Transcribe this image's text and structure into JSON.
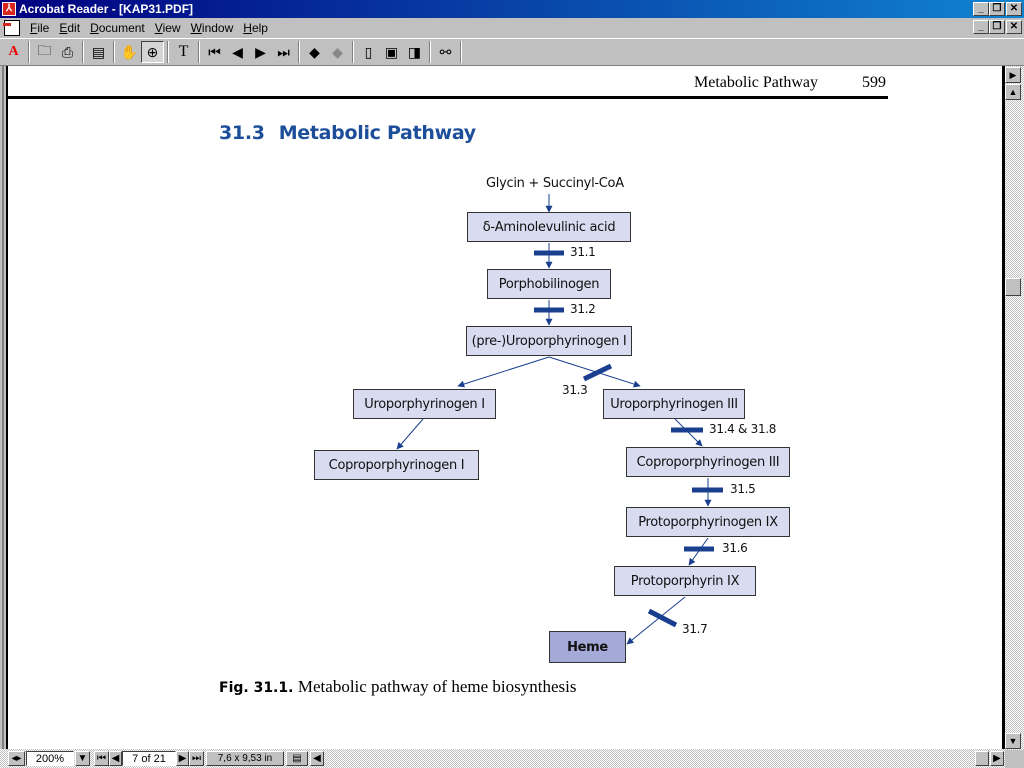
{
  "window": {
    "title": "Acrobat Reader - [KAP31.PDF]",
    "controls": [
      "minimize",
      "restore",
      "close"
    ]
  },
  "menubar": {
    "items": [
      {
        "label": "File",
        "accel": "F"
      },
      {
        "label": "Edit",
        "accel": "E"
      },
      {
        "label": "Document",
        "accel": "D"
      },
      {
        "label": "View",
        "accel": "V"
      },
      {
        "label": "Window",
        "accel": "W"
      },
      {
        "label": "Help",
        "accel": "H"
      }
    ]
  },
  "toolbar": {
    "buttons": [
      {
        "name": "acrobat-logo-icon",
        "glyph": "A"
      },
      {
        "name": "open-icon",
        "glyph": "📂"
      },
      {
        "name": "print-icon",
        "glyph": "🖶"
      },
      {
        "name": "show-navigation-pane-icon",
        "glyph": "▤"
      },
      {
        "name": "hand-tool-icon",
        "glyph": "✋"
      },
      {
        "name": "zoom-tool-icon",
        "glyph": "🔍"
      },
      {
        "name": "text-select-tool-icon",
        "glyph": "T"
      },
      {
        "name": "first-page-icon",
        "glyph": "⏮"
      },
      {
        "name": "previous-page-icon",
        "glyph": "◀"
      },
      {
        "name": "next-page-icon",
        "glyph": "▶"
      },
      {
        "name": "last-page-icon",
        "glyph": "⏭"
      },
      {
        "name": "go-back-icon",
        "glyph": "⬅"
      },
      {
        "name": "go-forward-icon",
        "glyph": "➡"
      },
      {
        "name": "actual-size-icon",
        "glyph": "🗋"
      },
      {
        "name": "fit-page-icon",
        "glyph": "🗌"
      },
      {
        "name": "fit-width-icon",
        "glyph": "🗍"
      },
      {
        "name": "find-icon",
        "glyph": "👓"
      }
    ]
  },
  "page": {
    "running_head": "Metabolic Pathway",
    "page_number": "599",
    "section_number": "31.3",
    "section_title": "Metabolic Pathway",
    "figure": {
      "start": "Glycin + Succinyl-CoA",
      "nodes": [
        {
          "id": "ala",
          "label": "δ-Aminolevulinic acid"
        },
        {
          "id": "pbg",
          "label": "Porphobilinogen"
        },
        {
          "id": "preuro",
          "label": "(pre-)Uroporphyrinogen I"
        },
        {
          "id": "uro1",
          "label": "Uroporphyrinogen I"
        },
        {
          "id": "uro3",
          "label": "Uroporphyrinogen III"
        },
        {
          "id": "copro1",
          "label": "Coproporphyrinogen I"
        },
        {
          "id": "copro3",
          "label": "Coproporphyrinogen III"
        },
        {
          "id": "protogen",
          "label": "Protoporphyrinogen IX"
        },
        {
          "id": "proto",
          "label": "Protoporphyrin IX"
        },
        {
          "id": "heme",
          "label": "Heme"
        }
      ],
      "enzymes": [
        "31.1",
        "31.2",
        "31.3",
        "31.4 & 31.8",
        "31.5",
        "31.6",
        "31.7"
      ],
      "caption_label": "Fig. 31.1.",
      "caption_text": "Metabolic pathway of heme biosynthesis"
    }
  },
  "statusbar": {
    "zoom": "200%",
    "page": "7 of 21",
    "page_size": "7,6 x 9,53 in"
  },
  "colors": {
    "accent_blue": "#1d4e9a",
    "node_fill": "#d9dcf0",
    "final_node_fill": "#a4aad8",
    "enzyme_bar": "#1a3f8f"
  }
}
